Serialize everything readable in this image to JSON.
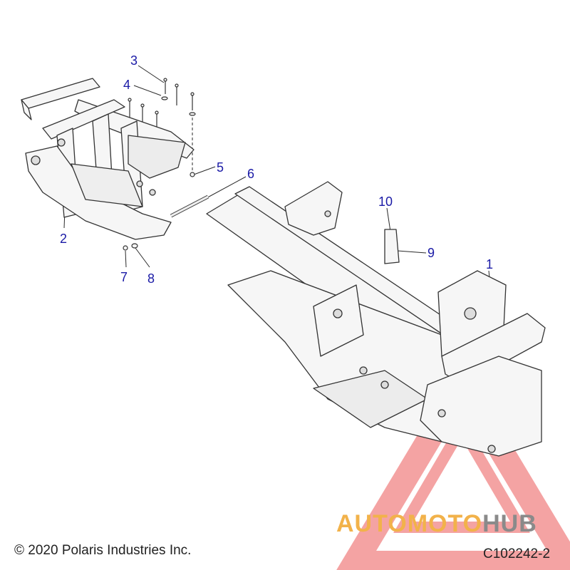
{
  "colors": {
    "callout": "#1a1aa6",
    "line": "#3a3a3a",
    "watermark_red": "#e83a3a",
    "watermark_orange": "#f2b24a",
    "watermark_gray": "#8a8a8a"
  },
  "callouts": [
    "1",
    "2",
    "3",
    "4",
    "5",
    "6",
    "7",
    "8",
    "9",
    "10"
  ],
  "footer": {
    "copyright": "© 2020 Polaris Industries Inc.",
    "code": "C102242-2"
  },
  "watermark": {
    "part1": "AUTO",
    "part2": "MOTO",
    "part3": "HUB"
  }
}
